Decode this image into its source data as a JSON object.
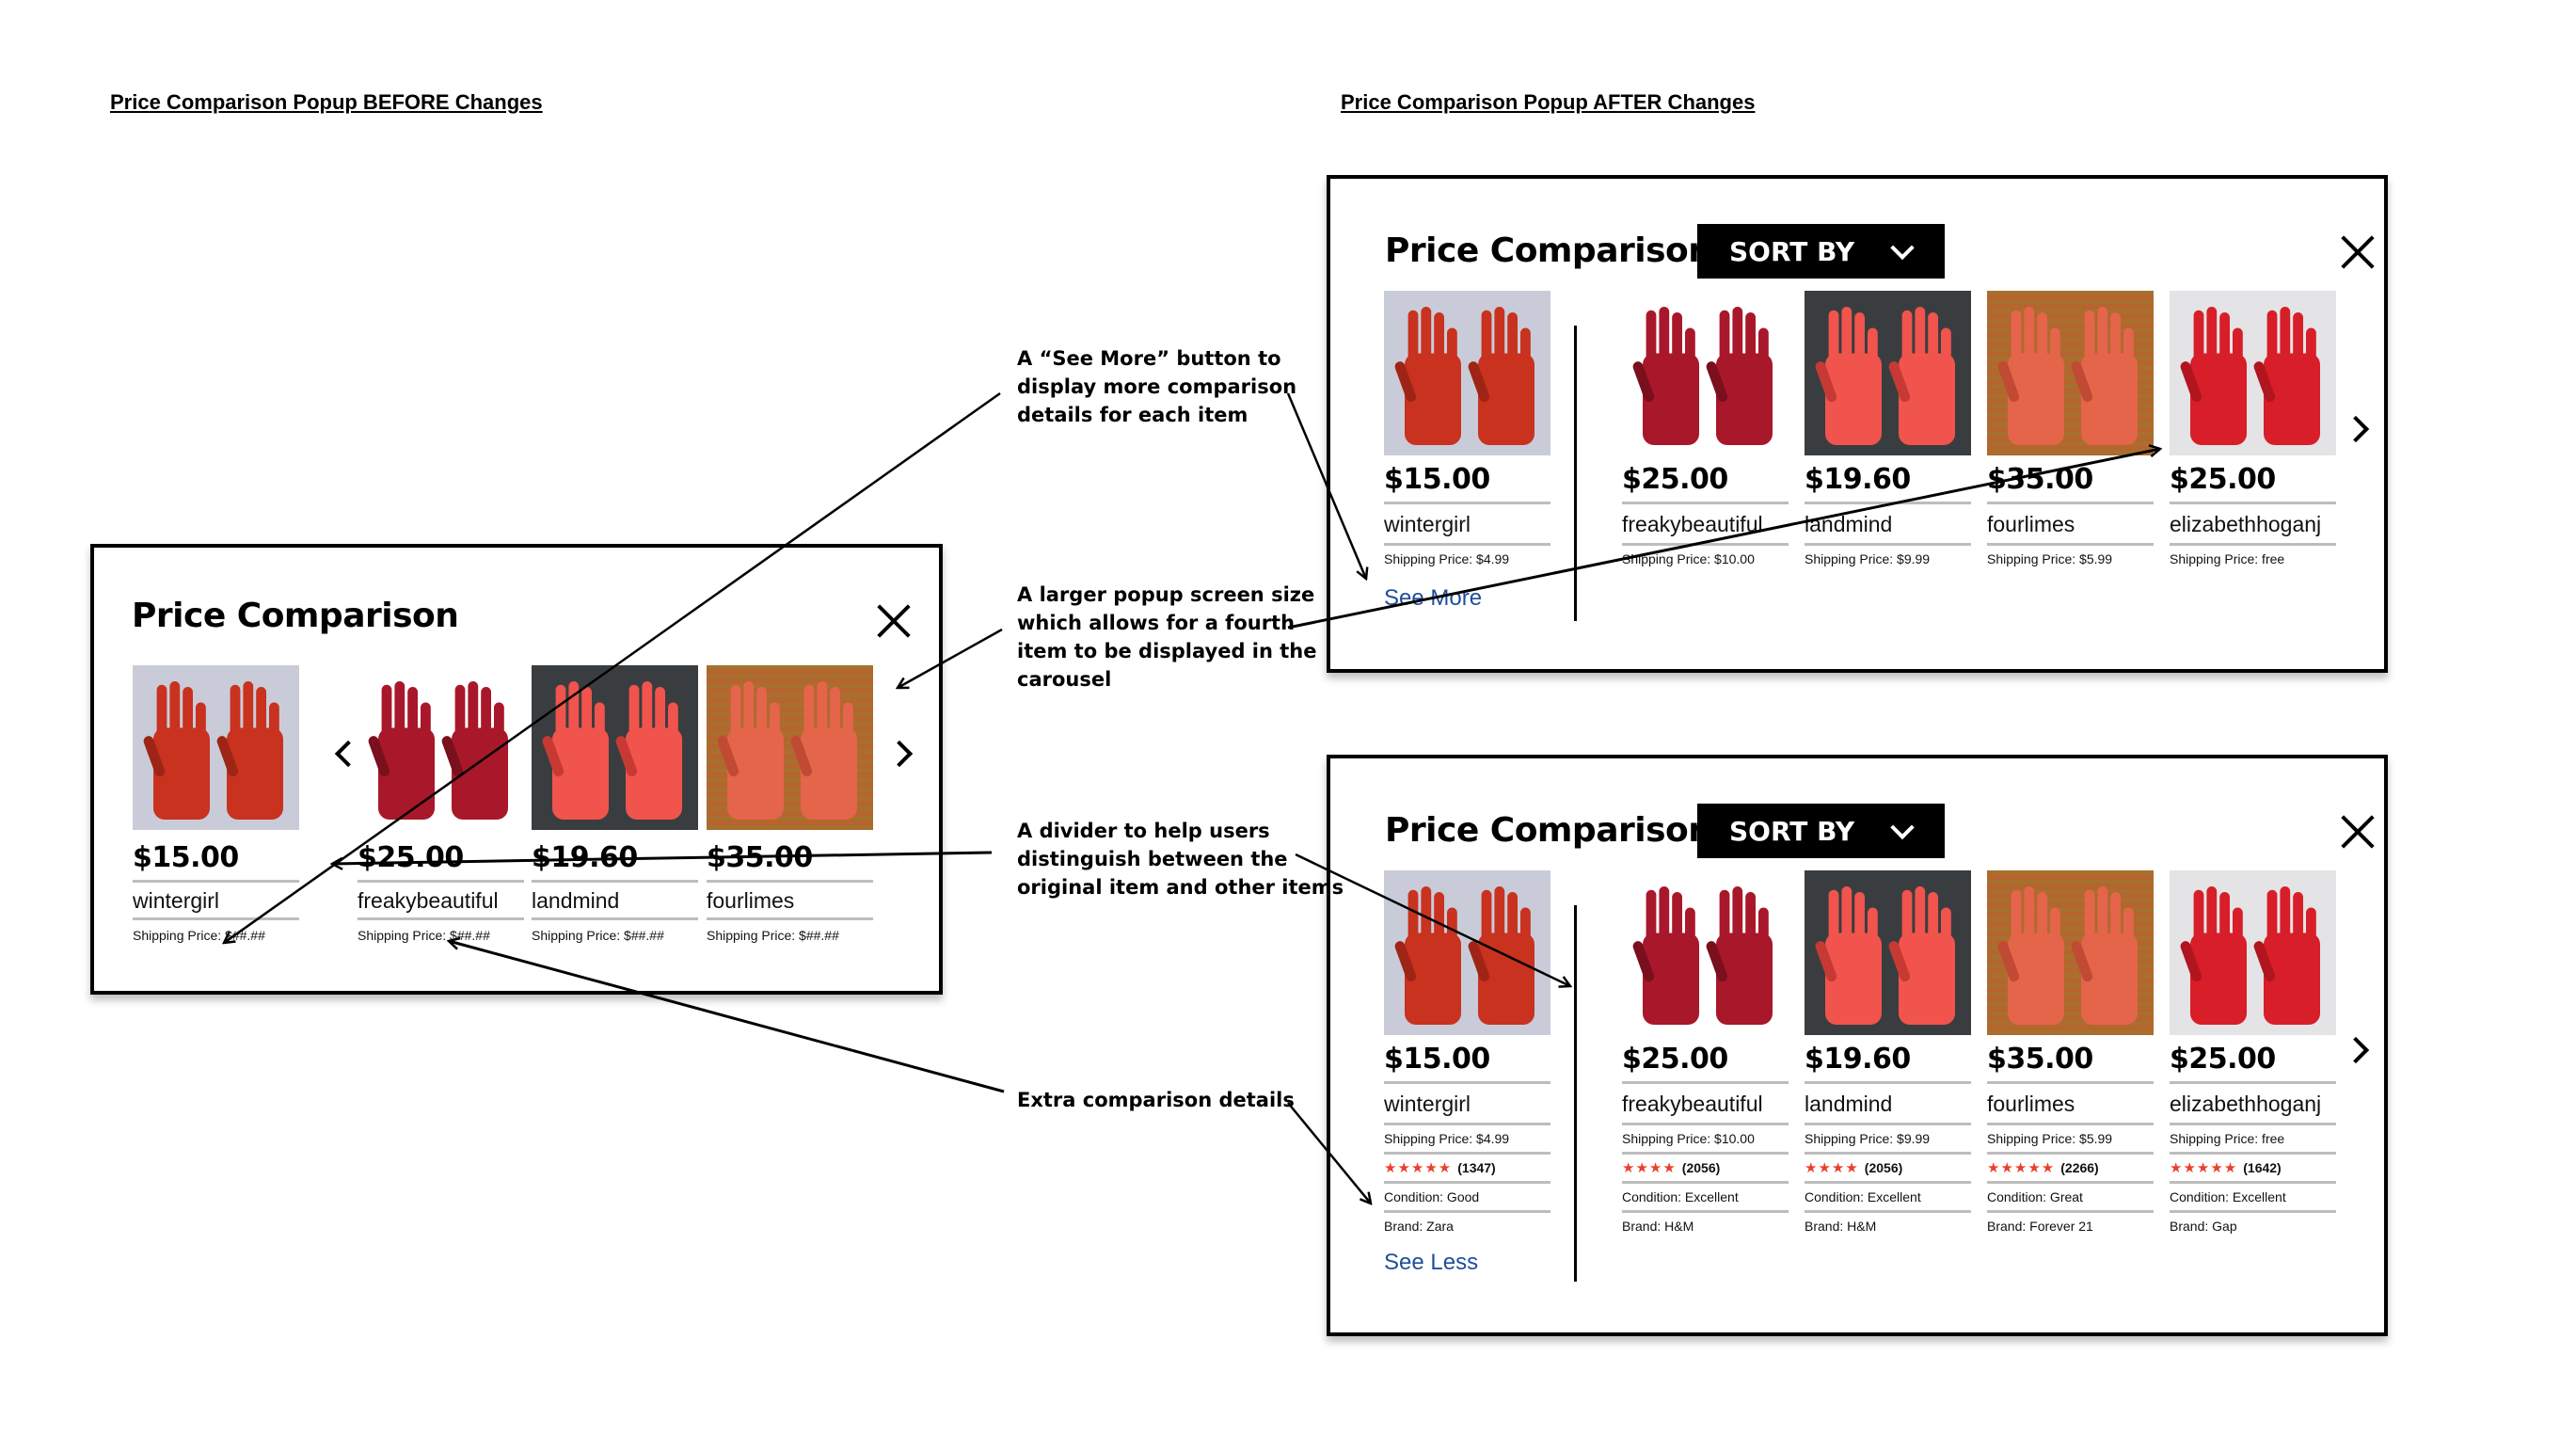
{
  "headers": {
    "before": "Price Comparison Popup BEFORE Changes",
    "after": "Price Comparison Popup AFTER Changes"
  },
  "before_popup": {
    "title": "Price Comparison",
    "close_icon": "close-icon",
    "prev_icon": "chevron-left-icon",
    "next_icon": "chevron-right-icon",
    "items": [
      {
        "price": "$15.00",
        "seller": "wintergirl",
        "shipping": "Shipping Price: $##.##",
        "image": "suede-welding-gloves"
      },
      {
        "price": "$25.00",
        "seller": "freakybeautiful",
        "shipping": "Shipping Price: $##.##",
        "image": "dark-red-leather-gloves"
      },
      {
        "price": "$19.60",
        "seller": "landmind",
        "shipping": "Shipping Price: $##.##",
        "image": "bright-red-leather-gloves"
      },
      {
        "price": "$35.00",
        "seller": "fourlimes",
        "shipping": "Shipping Price: $##.##",
        "image": "orange-leather-gloves-on-hands"
      }
    ]
  },
  "after_popup_collapsed": {
    "title": "Price Comparison",
    "sort_label": "SORT BY",
    "see_more_label": "See More",
    "items": [
      {
        "price": "$15.00",
        "seller": "wintergirl",
        "shipping": "Shipping Price: $4.99"
      },
      {
        "price": "$25.00",
        "seller": "freakybeautiful",
        "shipping": "Shipping Price: $10.00"
      },
      {
        "price": "$19.60",
        "seller": "landmind",
        "shipping": "Shipping Price: $9.99"
      },
      {
        "price": "$35.00",
        "seller": "fourlimes",
        "shipping": "Shipping Price: $5.99"
      },
      {
        "price": "$25.00",
        "seller": "elizabethhoganj",
        "shipping": "Shipping Price: free"
      }
    ]
  },
  "after_popup_expanded": {
    "title": "Price Comparison",
    "sort_label": "SORT BY",
    "see_less_label": "See Less",
    "items": [
      {
        "price": "$15.00",
        "seller": "wintergirl",
        "shipping": "Shipping Price: $4.99",
        "stars": "★★★★★",
        "rating": 5,
        "reviews": "(1347)",
        "condition": "Condition:  Good",
        "brand": "Brand: Zara"
      },
      {
        "price": "$25.00",
        "seller": "freakybeautiful",
        "shipping": "Shipping Price: $10.00",
        "stars": "★★★★",
        "rating": 4,
        "reviews": "(2056)",
        "condition": "Condition: Excellent",
        "brand": "Brand: H&M"
      },
      {
        "price": "$19.60",
        "seller": "landmind",
        "shipping": "Shipping Price: $9.99",
        "stars": "★★★★",
        "rating": 4,
        "reviews": "(2056)",
        "condition": "Condition: Excellent",
        "brand": "Brand: H&M"
      },
      {
        "price": "$35.00",
        "seller": "fourlimes",
        "shipping": "Shipping Price: $5.99",
        "stars": "★★★★★",
        "rating": 5,
        "reviews": "(2266)",
        "condition": "Condition: Great",
        "brand": "Brand: Forever 21"
      },
      {
        "price": "$25.00",
        "seller": "elizabethhoganj",
        "shipping": "Shipping Price: free",
        "stars": "★★★★★",
        "rating": 5,
        "reviews": "(1642)",
        "condition": "Condition: Excellent",
        "brand": "Brand: Gap"
      }
    ]
  },
  "annotations": {
    "see_more": "A “See More” button to display more comparison details for each item",
    "larger_popup": "A larger popup screen size which allows for a fourth item to be displayed in the carousel",
    "divider": "A divider to help users distinguish between the original item and other items",
    "extra_details": "Extra comparison details"
  },
  "colors": {
    "link": "#1f4e9b",
    "stars": "#e8402c",
    "sort_bg": "#000000"
  }
}
